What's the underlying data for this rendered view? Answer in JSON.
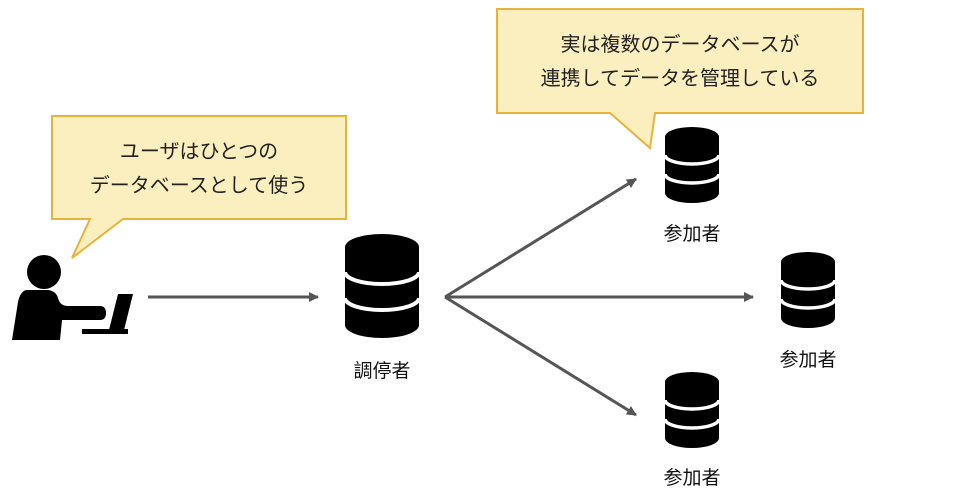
{
  "bubbles": {
    "user": {
      "lines": [
        "ユーザはひとつの",
        "データベースとして使う"
      ]
    },
    "system": {
      "lines": [
        "実は複数のデータベースが",
        "連携してデータを管理している"
      ]
    }
  },
  "nodes": {
    "mediator": {
      "label": "調停者"
    },
    "participant_top": {
      "label": "参加者"
    },
    "participant_middle": {
      "label": "参加者"
    },
    "participant_bottom": {
      "label": "参加者"
    }
  },
  "colors": {
    "bubble_fill": "#fcefbf",
    "bubble_stroke": "#e9b23d",
    "arrow": "#555555",
    "icon": "#000000",
    "background": "#ffffff"
  }
}
